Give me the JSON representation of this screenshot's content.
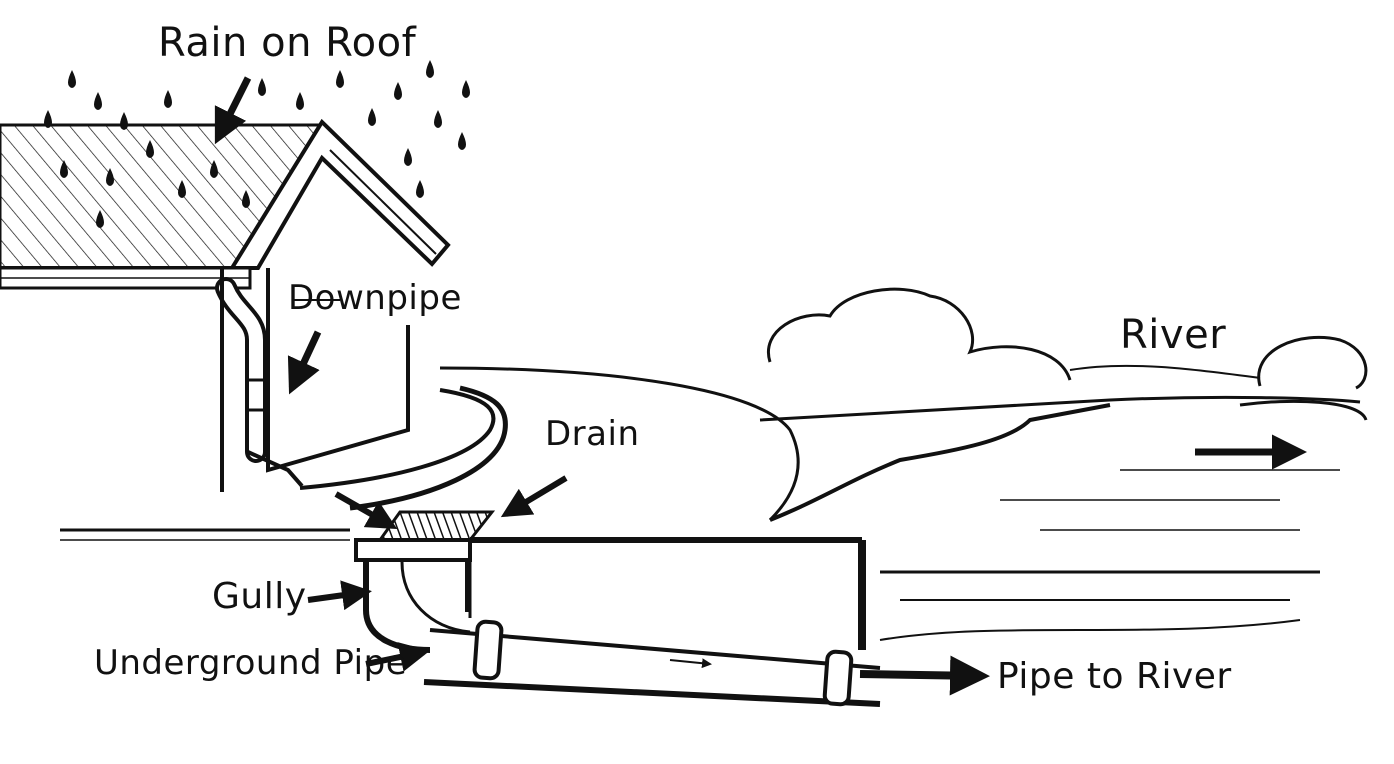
{
  "labels": {
    "rain_on_roof": "Rain on Roof",
    "downpipe": "Downpipe",
    "drain": "Drain",
    "river": "River",
    "gully": "Gully",
    "underground_pipe": "Underground Pipe",
    "pipe_to_river": "Pipe to River"
  },
  "colors": {
    "ink": "#111111",
    "paper": "#ffffff"
  },
  "icons": {
    "rain": "raindrop-icon",
    "arrow": "arrow-icon",
    "tree": "tree-icon"
  }
}
